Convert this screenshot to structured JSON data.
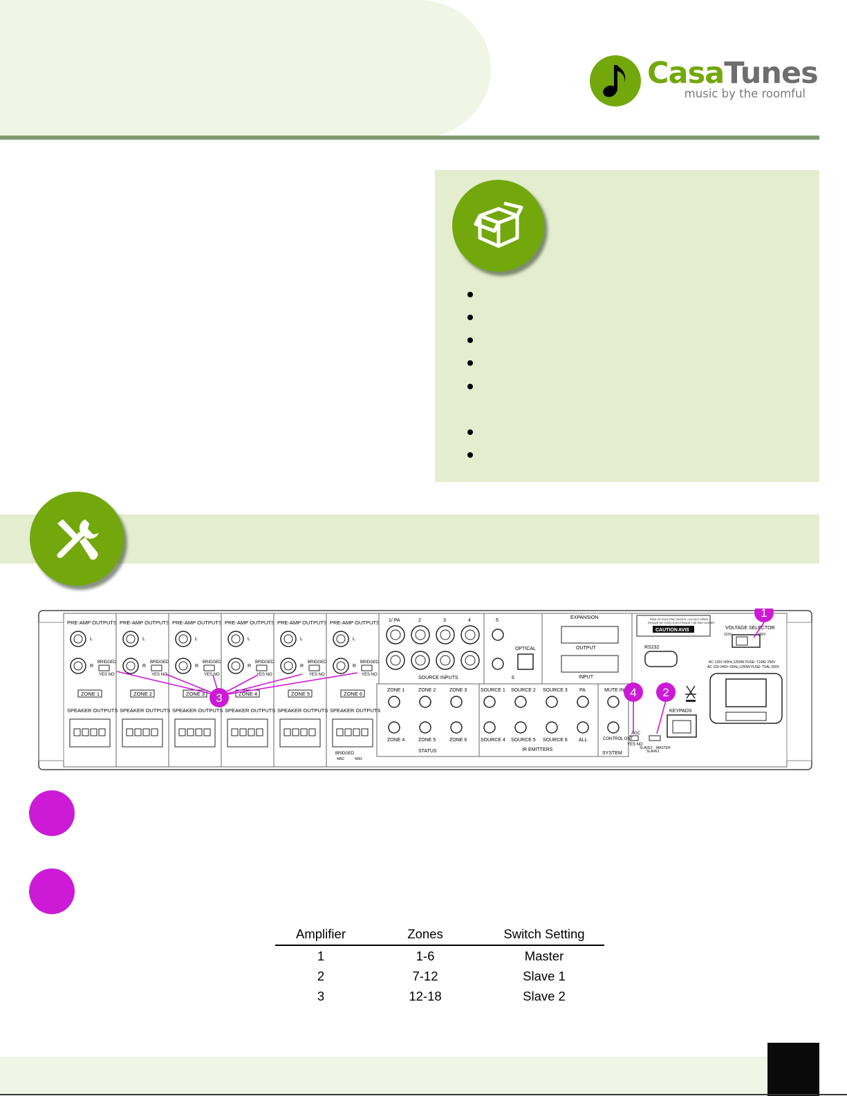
{
  "brand": {
    "name_part1": "Casa",
    "name_part2": "Tunes",
    "tagline": "music by the roomful",
    "colors": {
      "green": "#72a80c",
      "gray": "#6e6e6e",
      "panel": "#e4edce",
      "callout": "#cc1ad6"
    }
  },
  "icons": {
    "logo": "music-note-icon",
    "in_box": "open-box-icon",
    "tools": "wrench-screwdriver-icon"
  },
  "in_box": {
    "bullet_count": 7
  },
  "rear_panel": {
    "zones": [
      {
        "preamp_label": "PRE-AMP OUTPUTS",
        "zone_label": "ZONE 1",
        "speaker_label": "SPEAKER OUTPUTS"
      },
      {
        "preamp_label": "PRE-AMP OUTPUTS",
        "zone_label": "ZONE 2",
        "speaker_label": "SPEAKER OUTPUTS"
      },
      {
        "preamp_label": "PRE-AMP OUTPUTS",
        "zone_label": "ZONE 3",
        "speaker_label": "SPEAKER OUTPUTS"
      },
      {
        "preamp_label": "PRE-AMP OUTPUTS",
        "zone_label": "ZONE 4",
        "speaker_label": "SPEAKER OUTPUTS"
      },
      {
        "preamp_label": "PRE-AMP OUTPUTS",
        "zone_label": "ZONE 5",
        "speaker_label": "SPEAKER OUTPUTS"
      },
      {
        "preamp_label": "PRE-AMP OUTPUTS",
        "zone_label": "ZONE 6",
        "speaker_label": "SPEAKER OUTPUTS"
      }
    ],
    "channel_l": "L",
    "channel_r": "R",
    "bridged": "BRIDGED",
    "yes_no": "YES NO",
    "source_cols": [
      "1/ PA",
      "2",
      "3",
      "4",
      "5"
    ],
    "source_inputs": "SOURCE INPUTS",
    "optical": "OPTICAL",
    "six": "6",
    "expansion": "EXPANSION",
    "output": "OUTPUT",
    "input": "INPUT",
    "rs232": "RS232",
    "caution": "CAUTION",
    "avis": "AVIS",
    "warning_line1": "RISK OF ELECTRIC SHOCK • DO NOT OPEN",
    "warning_line2": "RISQUE DE CHOC ELECTRIQUE • NE PAS OUVRIR",
    "voltage_selector": "VOLTAGE SELECTOR",
    "v115": "115V",
    "v230": "230V",
    "ac_line1": "AC 115V~60Hz,1250W FUSE: T10AL 250V",
    "ac_line2": "AC 220-240V~50Hz,1250W FUSE: T5AL 250V",
    "status_zones": [
      "ZONE 1",
      "ZONE 2",
      "ZONE 3",
      "ZONE 4",
      "ZONE 5",
      "ZONE 6"
    ],
    "status": "STATUS",
    "ir_sources": [
      "SOURCE 1",
      "SOURCE 2",
      "SOURCE 3",
      "SOURCE 4",
      "SOURCE 5",
      "SOURCE 6"
    ],
    "ir_emitters": "IR EMITTERS",
    "pa": "PA",
    "all": "ALL",
    "mute_in": "MUTE IN",
    "control_out": "CONTROL OUT",
    "system": "SYSTEM",
    "agc": "AGC",
    "keypads": "KEYPADS",
    "master": "MASTER",
    "slave1": "SLAVE1",
    "slave2": "SLAVE2",
    "bridged_bottom": "BRIDGED",
    "ohm": "4/8Ω",
    "callouts": [
      "1",
      "2",
      "3",
      "4"
    ]
  },
  "amp_table": {
    "headers": [
      "Amplifier",
      "Zones",
      "Switch Setting"
    ],
    "rows": [
      [
        "1",
        "1-6",
        "Master"
      ],
      [
        "2",
        "7-12",
        "Slave 1"
      ],
      [
        "3",
        "12-18",
        "Slave 2"
      ]
    ]
  }
}
